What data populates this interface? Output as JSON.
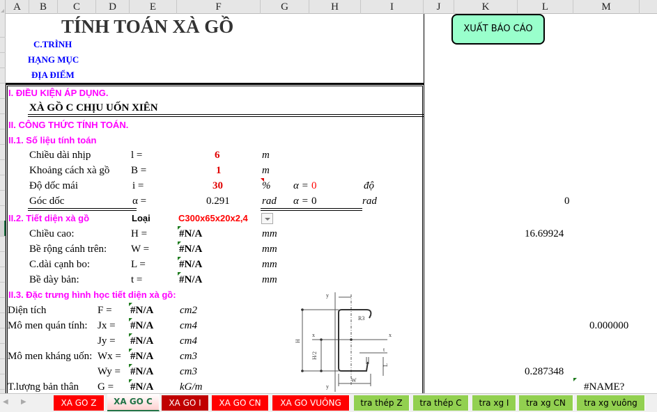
{
  "column_headers": [
    "A",
    "B",
    "C",
    "D",
    "E",
    "F",
    "G",
    "H",
    "I",
    "J",
    "K",
    "L",
    "M"
  ],
  "sheet": {
    "title": "TÍNH TOÁN XÀ GỒ",
    "project_labels": [
      "C.TRÌNH",
      "HẠNG MỤC",
      "ĐỊA ĐIỂM"
    ],
    "section1": {
      "heading": "I. ĐIỀU KIỆN ÁP DỤNG.",
      "subtitle": "XÀ GỒ C CHỊU UỐN XIÊN"
    },
    "section2": {
      "heading": "II. CÔNG THỨC TÍNH TOÁN."
    },
    "section2_1": {
      "heading": "II.1. Số liệu tính toán",
      "rows": [
        {
          "label": "Chiều dài nhịp",
          "symbol": "l =",
          "value": "6",
          "unit": "m"
        },
        {
          "label": "Khoảng cách xà gồ",
          "symbol": "B =",
          "value": "1",
          "unit": "m"
        },
        {
          "label": "Độ dốc mái",
          "symbol": "i =",
          "value": "30",
          "unit": "%",
          "alpha_label": "α =",
          "alpha_value": "0",
          "alpha_unit": "độ"
        },
        {
          "label": "Góc dốc",
          "symbol": "α =",
          "value": "0.291",
          "unit": "rad",
          "alpha_label": "α =",
          "alpha_value": "0",
          "alpha_unit": "rad"
        }
      ]
    },
    "section2_2": {
      "heading": "II.2. Tiết diện xà gồ",
      "type_label": "Loại",
      "type_value": "C300x65x20x2,4",
      "rows": [
        {
          "label": "Chiều cao:",
          "symbol": "H =",
          "value": "#N/A",
          "unit": "mm"
        },
        {
          "label": "Bề rộng cánh trên:",
          "symbol": "W =",
          "value": "#N/A",
          "unit": "mm"
        },
        {
          "label": "C.dài cạnh bo:",
          "symbol": "L =",
          "value": "#N/A",
          "unit": "mm"
        },
        {
          "label": "Bề dày bản:",
          "symbol": "t =",
          "value": "#N/A",
          "unit": "mm"
        }
      ]
    },
    "section2_3": {
      "heading": "II.3. Đặc trưng hình học tiết diện xà gồ:",
      "rows": [
        {
          "label": "Diện tích",
          "symbol": "F =",
          "value": "#N/A",
          "unit": "cm2"
        },
        {
          "label": "Mô men quán tính:",
          "symbol": "Jx =",
          "value": "#N/A",
          "unit": "cm4"
        },
        {
          "label": "",
          "symbol": "Jy =",
          "value": "#N/A",
          "unit": "cm4"
        },
        {
          "label": "Mô men kháng uốn:",
          "symbol": "Wx =",
          "value": "#N/A",
          "unit": "cm3"
        },
        {
          "label": "",
          "symbol": "Wy =",
          "value": "#N/A",
          "unit": "cm3"
        },
        {
          "label": "T.lượng bản thân",
          "symbol": "G =",
          "value": "#N/A",
          "unit": "kG/m"
        }
      ]
    },
    "side_values": {
      "l_row_goc": "0",
      "l_row_chieucao": "16.69924",
      "m_row_jx": "0.000000",
      "l_row_wy": "0.287348",
      "m_row_g": "#NAME?"
    },
    "report_button": "XUẤT BÁO CÁO",
    "diagram_labels": {
      "y": "y",
      "x": "x",
      "H": "H",
      "H2": "H/2",
      "W": "W",
      "L": "L",
      "t": "t",
      "R": "R3"
    }
  },
  "sheet_tabs": [
    {
      "label": "XA GO Z",
      "style": "red"
    },
    {
      "label": "XA GO C",
      "style": "active"
    },
    {
      "label": "XA GO I",
      "style": "dark"
    },
    {
      "label": "XA GO CN",
      "style": "red"
    },
    {
      "label": "XA GO VUÔNG",
      "style": "red"
    },
    {
      "label": "tra thép Z",
      "style": "green"
    },
    {
      "label": "tra thép C",
      "style": "green"
    },
    {
      "label": "tra xg I",
      "style": "green"
    },
    {
      "label": "tra xg CN",
      "style": "green"
    },
    {
      "label": "tra xg vuông",
      "style": "green"
    }
  ],
  "colors": {
    "section_heading": "#ff00ff",
    "project_label": "#0000ff",
    "input_value": "#ff0000",
    "report_button_bg": "#99ffcc",
    "tab_red": "#ff0000",
    "tab_dark_red": "#c00000",
    "tab_green": "#92d050"
  }
}
